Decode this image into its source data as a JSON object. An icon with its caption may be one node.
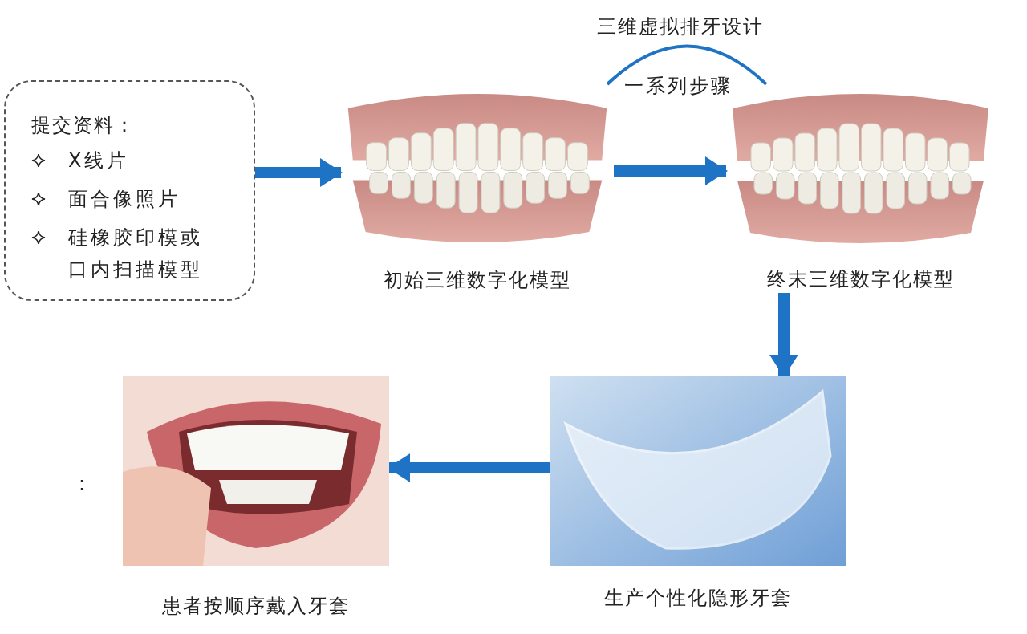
{
  "diagram": {
    "nodes": [
      {
        "text": [
          "提交资料：",
          "X线片",
          "面合像照片",
          "硅橡胶印模或口内扫描模型"
        ]
      },
      {
        "text": [
          "初始三维数字化模型"
        ]
      },
      {
        "text": [
          "终末三维数字化模型"
        ]
      },
      {
        "text": [
          "生产个性化隐形牙套"
        ]
      },
      {
        "text": [
          "患者按顺序戴入牙套"
        ]
      }
    ],
    "edges": [
      {
        "from": 0,
        "to": 1,
        "arrow": "to"
      },
      {
        "from": 1,
        "to": 2,
        "arrow": "none",
        "label": "一系列步骤"
      },
      {
        "from": 1,
        "to": 2,
        "arrow": "to"
      },
      {
        "from": 2,
        "to": 3,
        "arrow": "to"
      },
      {
        "from": 3,
        "to": 4,
        "arrow": "to"
      }
    ],
    "labels": [
      "三维虚拟排牙设计",
      ":"
    ]
  }
}
